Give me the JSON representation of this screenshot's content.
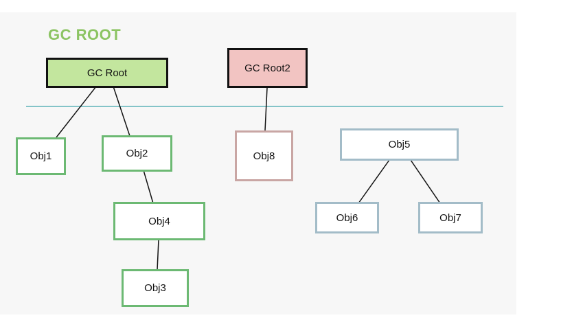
{
  "title": "GC ROOT",
  "nodes": {
    "gc_root": "GC Root",
    "gc_root2": "GC Root2",
    "obj1": "Obj1",
    "obj2": "Obj2",
    "obj3": "Obj3",
    "obj4": "Obj4",
    "obj5": "Obj5",
    "obj6": "Obj6",
    "obj7": "Obj7",
    "obj8": "Obj8"
  },
  "colors": {
    "gc_root_fill": "#c3e69e",
    "gc_root2_fill": "#f2c4c2",
    "reachable_border": "#6cb973",
    "obj8_border": "#c9a6a4",
    "unreachable_border": "#a3bcc8",
    "divider": "#5fb3b8",
    "title": "#8cc463"
  }
}
